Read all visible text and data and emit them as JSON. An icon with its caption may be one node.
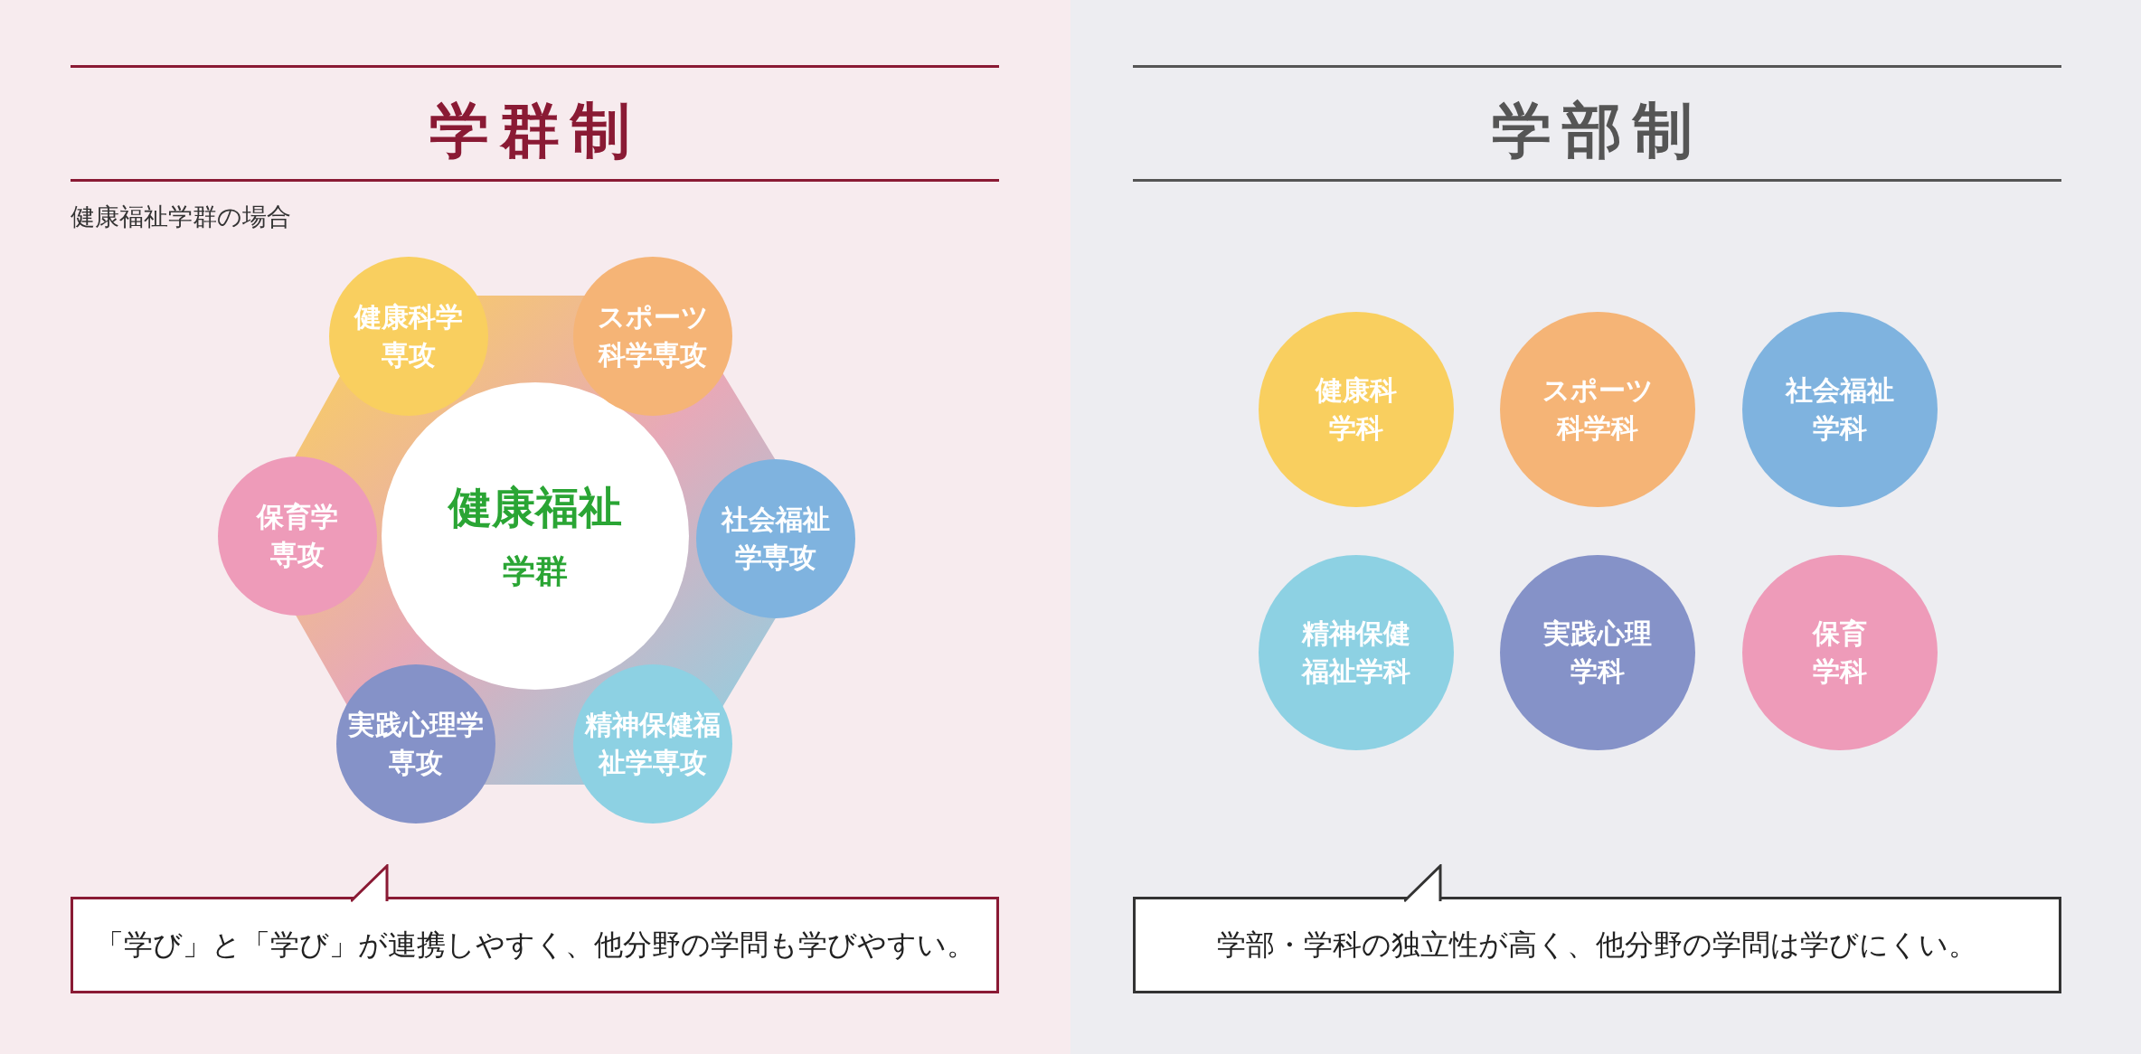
{
  "diagram": {
    "nodes": [
      {
        "text": [
          "学群制",
          "健康福祉学群の場合"
        ]
      },
      {
        "text": [
          "健康福祉",
          "学群"
        ],
        "in": 0
      },
      {
        "text": [
          "健康科学専攻"
        ],
        "in": 0
      },
      {
        "text": [
          "スポーツ科学専攻"
        ],
        "in": 0
      },
      {
        "text": [
          "社会福祉学専攻"
        ],
        "in": 0
      },
      {
        "text": [
          "精神保健福祉学専攻"
        ],
        "in": 0
      },
      {
        "text": [
          "実践心理学専攻"
        ],
        "in": 0
      },
      {
        "text": [
          "保育学専攻"
        ],
        "in": 0
      },
      {
        "text": [
          "「学び」と「学び」が連携しやすく、他分野の学問も学びやすい。"
        ],
        "in": 0
      },
      {
        "text": [
          "学部制"
        ]
      },
      {
        "text": [
          "健康科学科"
        ],
        "in": 9
      },
      {
        "text": [
          "スポーツ科学科"
        ],
        "in": 9
      },
      {
        "text": [
          "社会福祉学科"
        ],
        "in": 9
      },
      {
        "text": [
          "精神保健福祉学科"
        ],
        "in": 9
      },
      {
        "text": [
          "実践心理学科"
        ],
        "in": 9
      },
      {
        "text": [
          "保育学科"
        ],
        "in": 9
      },
      {
        "text": [
          "学部・学科の独立性が高く、他分野の学問は学びにくい。"
        ],
        "in": 9
      }
    ]
  }
}
